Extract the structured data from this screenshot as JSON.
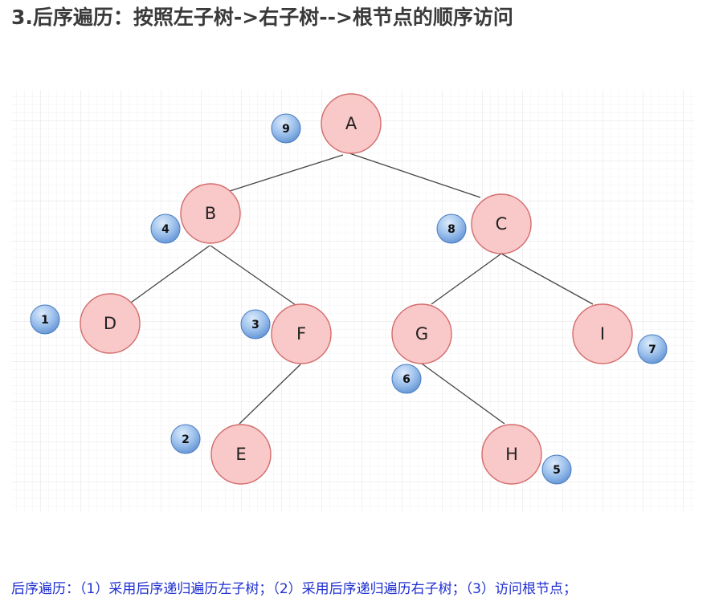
{
  "title": "3.后序遍历：按照左子树->右子树-->根节点的顺序访问",
  "caption": "后序遍历：（1）采用后序递归遍历左子树；（2）采用后序递归遍历右子树；（3）访问根节点；",
  "colors": {
    "node_fill": "#f9c8c8",
    "node_stroke": "#d36c6c",
    "badge_light": "#c6ddf6",
    "badge_dark": "#6f9fd8",
    "badge_stroke": "#4a7cc0",
    "edge": "#444444",
    "grid": "#ececec",
    "caption": "#1f2fd0"
  },
  "nodes": [
    {
      "id": "A",
      "label": "A"
    },
    {
      "id": "B",
      "label": "B"
    },
    {
      "id": "C",
      "label": "C"
    },
    {
      "id": "D",
      "label": "D"
    },
    {
      "id": "F",
      "label": "F"
    },
    {
      "id": "G",
      "label": "G"
    },
    {
      "id": "I",
      "label": "I"
    },
    {
      "id": "E",
      "label": "E"
    },
    {
      "id": "H",
      "label": "H"
    }
  ],
  "edges": [
    [
      "A",
      "B"
    ],
    [
      "A",
      "C"
    ],
    [
      "B",
      "D"
    ],
    [
      "B",
      "F"
    ],
    [
      "F",
      "E"
    ],
    [
      "C",
      "G"
    ],
    [
      "C",
      "I"
    ],
    [
      "G",
      "H"
    ]
  ],
  "visit_order": [
    {
      "node": "D",
      "label": "1"
    },
    {
      "node": "E",
      "label": "2"
    },
    {
      "node": "F",
      "label": "3"
    },
    {
      "node": "B",
      "label": "4"
    },
    {
      "node": "H",
      "label": "5"
    },
    {
      "node": "G",
      "label": "6"
    },
    {
      "node": "I",
      "label": "7"
    },
    {
      "node": "C",
      "label": "8"
    },
    {
      "node": "A",
      "label": "9"
    }
  ]
}
